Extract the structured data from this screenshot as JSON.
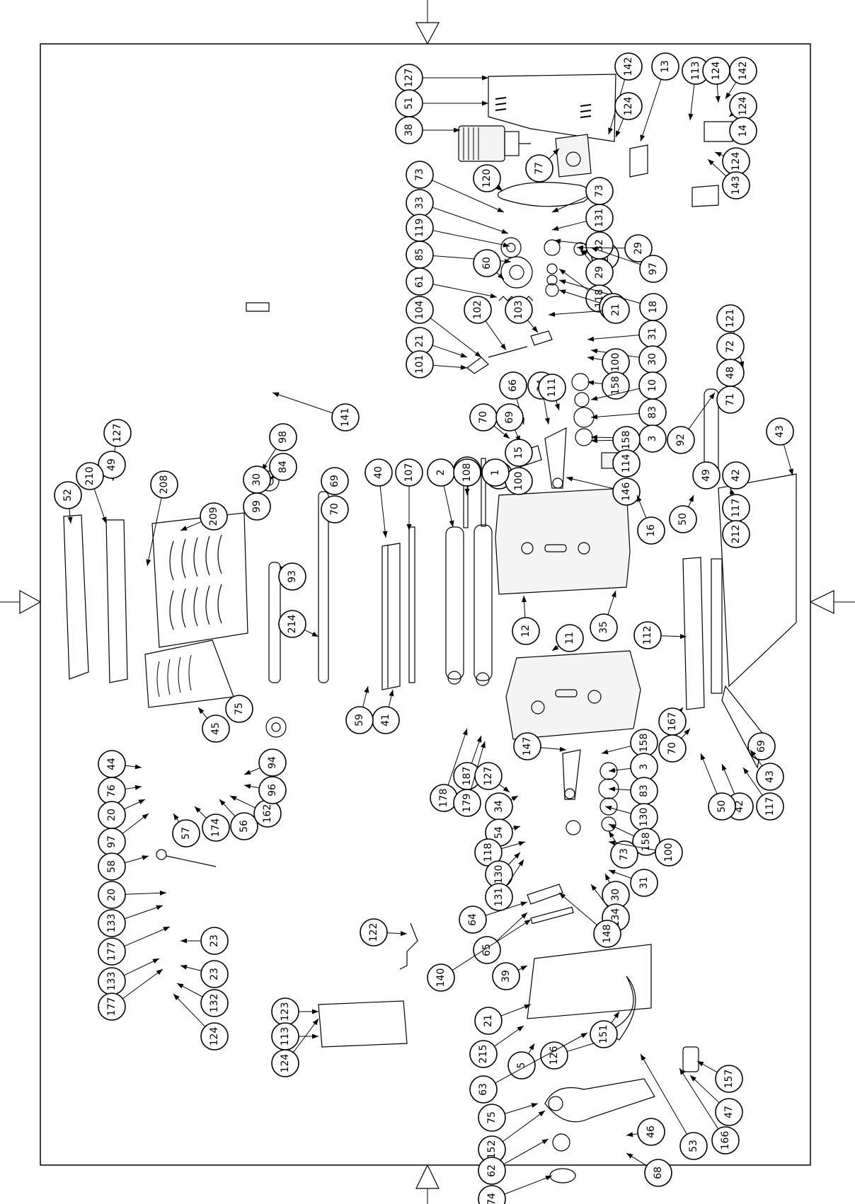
{
  "diagram": {
    "labels": [
      "127",
      "51",
      "38",
      "142",
      "124",
      "13",
      "113",
      "124",
      "142",
      "124",
      "14",
      "124",
      "143",
      "77",
      "120",
      "73",
      "33",
      "119",
      "85",
      "28",
      "60",
      "61",
      "73",
      "131",
      "32",
      "29",
      "29",
      "97",
      "118",
      "18",
      "54",
      "21",
      "104",
      "102",
      "103",
      "21",
      "101",
      "31",
      "30",
      "100",
      "158",
      "10",
      "83",
      "3",
      "158",
      "114",
      "146",
      "121",
      "72",
      "48",
      "71",
      "92",
      "43",
      "66",
      "34",
      "111",
      "70",
      "69",
      "15",
      "109",
      "100",
      "110",
      "141",
      "127",
      "98",
      "84",
      "30",
      "99",
      "49",
      "210",
      "52",
      "208",
      "209",
      "69",
      "70",
      "93",
      "214",
      "107",
      "40",
      "2",
      "108",
      "1",
      "12",
      "11",
      "35",
      "16",
      "50",
      "49",
      "42",
      "117",
      "212",
      "112",
      "41",
      "59",
      "45",
      "75",
      "94",
      "44",
      "76",
      "20",
      "97",
      "57",
      "174",
      "56",
      "162",
      "96",
      "178",
      "187",
      "179",
      "147",
      "127",
      "34",
      "54",
      "118",
      "130",
      "131",
      "158",
      "3",
      "83",
      "130",
      "158",
      "73",
      "100",
      "30",
      "31",
      "134",
      "148",
      "64",
      "65",
      "140",
      "39",
      "21",
      "58",
      "20",
      "133",
      "177",
      "23",
      "133",
      "177",
      "23",
      "132",
      "124",
      "123",
      "113",
      "124",
      "122",
      "215",
      "5",
      "126",
      "151",
      "63",
      "75",
      "152",
      "46",
      "62",
      "74",
      "68",
      "157",
      "47",
      "166",
      "53",
      "167",
      "70",
      "69",
      "43",
      "117",
      "42",
      "50",
      "49"
    ]
  }
}
